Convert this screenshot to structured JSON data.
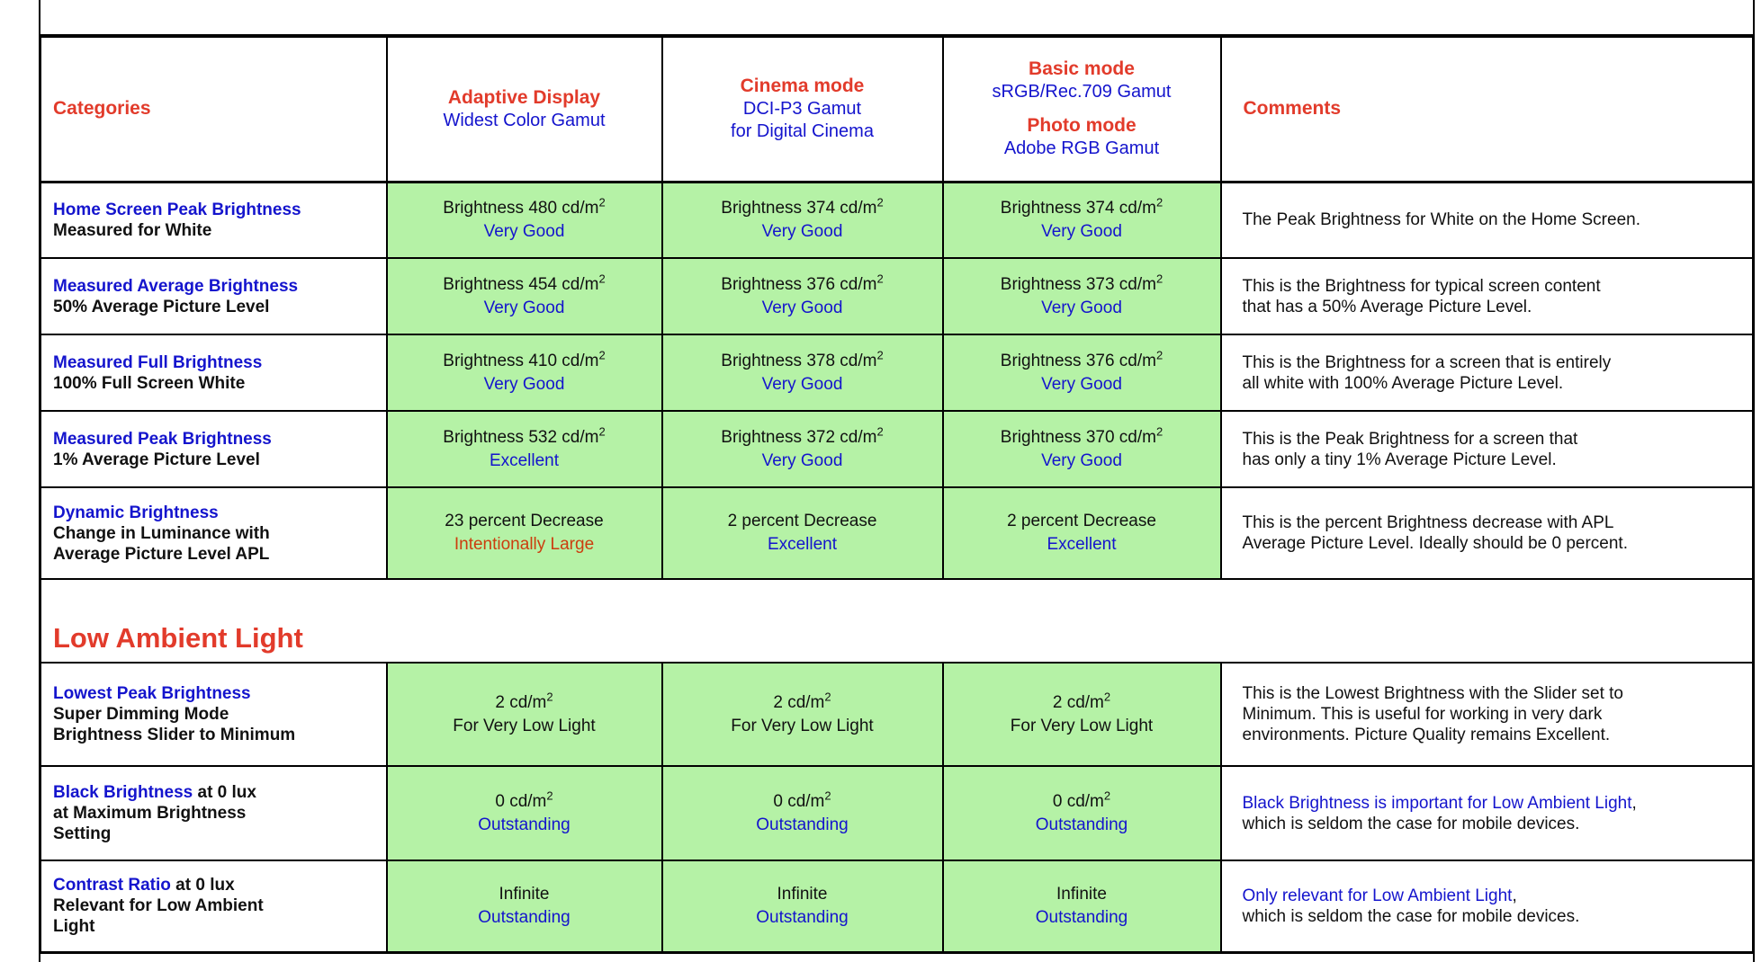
{
  "page": {
    "section_title": "Low Ambient Light"
  },
  "colors": {
    "heading_red": "#e23b2b",
    "link_blue": "#1414cd",
    "warning_red_orange": "#cc3d0e",
    "cell_green": "#b5f2a6",
    "text_black": "#111111"
  },
  "header": {
    "categories": "Categories",
    "comments": "Comments",
    "adaptive": {
      "title": "Adaptive Display",
      "subtitle": "Widest Color Gamut"
    },
    "cinema": {
      "title": "Cinema mode",
      "subtitle": "DCI-P3 Gamut\nfor Digital Cinema"
    },
    "basic": {
      "title": "Basic mode",
      "subtitle": "sRGB/Rec.709 Gamut",
      "title2": "Photo mode",
      "subtitle2": "Adobe RGB Gamut"
    }
  },
  "rows": [
    {
      "category": {
        "link": "Home Screen Peak Brightness",
        "suffix": "",
        "detail": "Measured for White"
      },
      "adaptive": {
        "value": "Brightness 480 cd/m",
        "sup": "2",
        "rating": "Very Good",
        "rating_color": "blue"
      },
      "cinema": {
        "value": "Brightness 374 cd/m",
        "sup": "2",
        "rating": "Very Good",
        "rating_color": "blue"
      },
      "basic": {
        "value": "Brightness 374 cd/m",
        "sup": "2",
        "rating": "Very Good",
        "rating_color": "blue"
      },
      "comment": {
        "highlight": "",
        "text": "The Peak Brightness for White on the Home Screen."
      }
    },
    {
      "category": {
        "link": "Measured Average Brightness",
        "suffix": "",
        "detail": "50% Average Picture Level"
      },
      "adaptive": {
        "value": "Brightness 454 cd/m",
        "sup": "2",
        "rating": "Very Good",
        "rating_color": "blue"
      },
      "cinema": {
        "value": "Brightness 376 cd/m",
        "sup": "2",
        "rating": "Very Good",
        "rating_color": "blue"
      },
      "basic": {
        "value": "Brightness 373 cd/m",
        "sup": "2",
        "rating": "Very Good",
        "rating_color": "blue"
      },
      "comment": {
        "highlight": "",
        "text": "This is the Brightness for typical screen content\nthat has a 50% Average Picture Level."
      }
    },
    {
      "category": {
        "link": "Measured Full Brightness",
        "suffix": "",
        "detail": "100% Full Screen White"
      },
      "adaptive": {
        "value": "Brightness 410 cd/m",
        "sup": "2",
        "rating": "Very Good",
        "rating_color": "blue"
      },
      "cinema": {
        "value": "Brightness 378 cd/m",
        "sup": "2",
        "rating": "Very Good",
        "rating_color": "blue"
      },
      "basic": {
        "value": "Brightness 376 cd/m",
        "sup": "2",
        "rating": "Very Good",
        "rating_color": "blue"
      },
      "comment": {
        "highlight": "",
        "text": "This is the Brightness for a screen that is entirely\nall white with 100% Average Picture Level."
      }
    },
    {
      "category": {
        "link": "Measured Peak Brightness",
        "suffix": "",
        "detail": "1% Average Picture Level"
      },
      "adaptive": {
        "value": "Brightness 532 cd/m",
        "sup": "2",
        "rating": "Excellent",
        "rating_color": "blue"
      },
      "cinema": {
        "value": "Brightness 372 cd/m",
        "sup": "2",
        "rating": "Very Good",
        "rating_color": "blue"
      },
      "basic": {
        "value": "Brightness 370 cd/m",
        "sup": "2",
        "rating": "Very Good",
        "rating_color": "blue"
      },
      "comment": {
        "highlight": "",
        "text": "This is the Peak Brightness for a screen that\nhas only a tiny 1% Average Picture Level."
      }
    },
    {
      "category": {
        "link": "Dynamic Brightness",
        "suffix": "",
        "detail": "Change in Luminance with\nAverage Picture Level APL"
      },
      "adaptive": {
        "value": "23 percent Decrease",
        "sup": "",
        "rating": "Intentionally Large",
        "rating_color": "red"
      },
      "cinema": {
        "value": "2 percent Decrease",
        "sup": "",
        "rating": "Excellent",
        "rating_color": "blue"
      },
      "basic": {
        "value": "2 percent Decrease",
        "sup": "",
        "rating": "Excellent",
        "rating_color": "blue"
      },
      "comment": {
        "highlight": "",
        "text": "This is the percent Brightness decrease with APL\nAverage Picture Level. Ideally should be 0 percent."
      }
    },
    {
      "category": {
        "link": "Lowest Peak Brightness",
        "suffix": "",
        "detail": "Super Dimming Mode\nBrightness Slider to Minimum"
      },
      "adaptive": {
        "value": "2 cd/m",
        "sup": "2",
        "rating": "For Very Low Light",
        "rating_color": "black"
      },
      "cinema": {
        "value": "2 cd/m",
        "sup": "2",
        "rating": "For Very Low Light",
        "rating_color": "black"
      },
      "basic": {
        "value": "2 cd/m",
        "sup": "2",
        "rating": "For Very Low Light",
        "rating_color": "black"
      },
      "comment": {
        "highlight": "",
        "text": "This is the Lowest Brightness with the Slider set to\nMinimum. This is useful for working in very dark\nenvironments. Picture Quality remains Excellent."
      }
    },
    {
      "category": {
        "link": "Black Brightness",
        "suffix": " at 0 lux",
        "detail": "at Maximum Brightness\nSetting"
      },
      "adaptive": {
        "value": "0 cd/m",
        "sup": "2",
        "rating": "Outstanding",
        "rating_color": "blue"
      },
      "cinema": {
        "value": "0 cd/m",
        "sup": "2",
        "rating": "Outstanding",
        "rating_color": "blue"
      },
      "basic": {
        "value": "0 cd/m",
        "sup": "2",
        "rating": "Outstanding",
        "rating_color": "blue"
      },
      "comment": {
        "highlight": "Black Brightness is important for Low Ambient Light",
        "text": ",\nwhich is seldom the case for mobile devices."
      }
    },
    {
      "category": {
        "link": "Contrast Ratio",
        "suffix": " at 0 lux",
        "detail": "Relevant for Low Ambient\nLight"
      },
      "adaptive": {
        "value": "Infinite",
        "sup": "",
        "rating": "Outstanding",
        "rating_color": "blue"
      },
      "cinema": {
        "value": "Infinite",
        "sup": "",
        "rating": "Outstanding",
        "rating_color": "blue"
      },
      "basic": {
        "value": "Infinite",
        "sup": "",
        "rating": "Outstanding",
        "rating_color": "blue"
      },
      "comment": {
        "highlight": "Only relevant for Low Ambient Light",
        "text": ",\nwhich is seldom the case for mobile devices."
      }
    }
  ]
}
